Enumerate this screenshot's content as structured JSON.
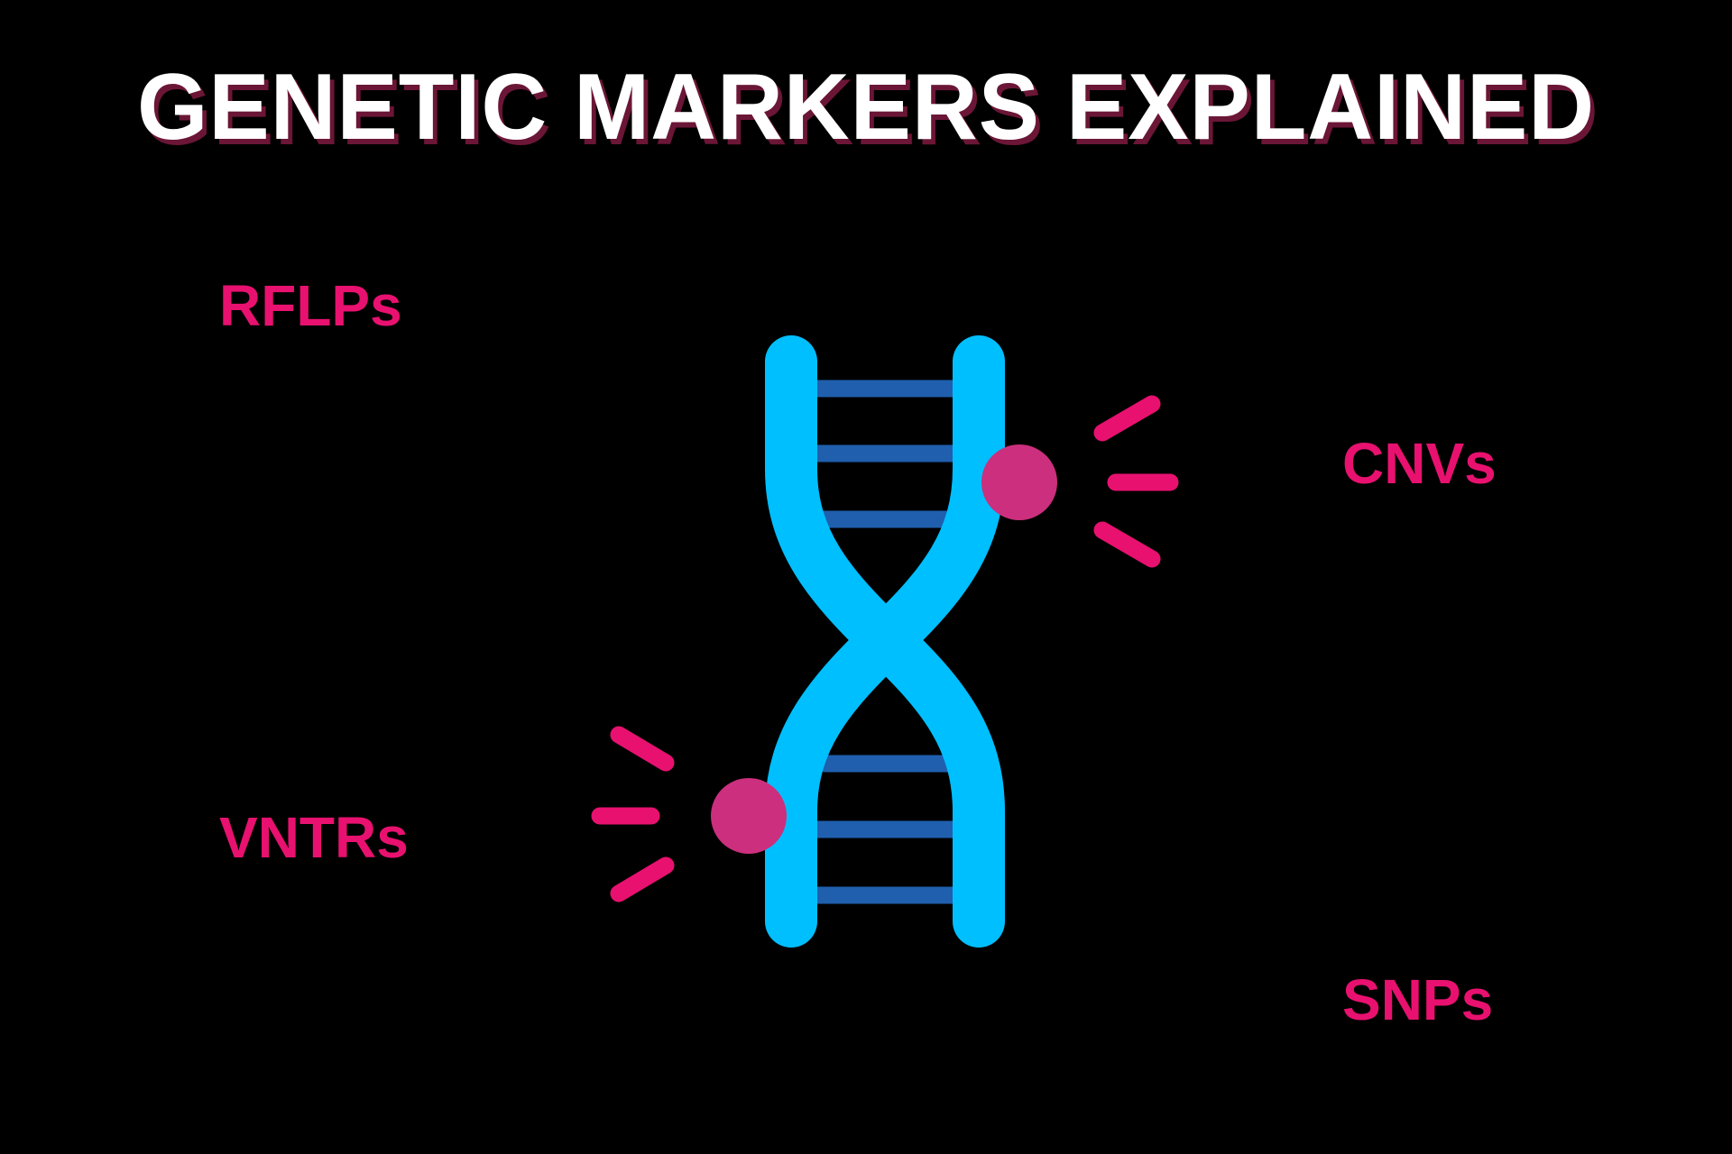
{
  "title": "GENETIC MARKERS EXPLAINED",
  "labels": {
    "rflps": "RFLPs",
    "cnvs": "CNVs",
    "vntrs": "VNTRs",
    "snps": "SNPs"
  },
  "icons": {
    "center": "dna-double-helix-icon",
    "marker_upper": "highlight-dot-icon",
    "marker_lower": "highlight-dot-icon"
  },
  "colors": {
    "background": "#000000",
    "title_text": "#ffffff",
    "title_shadow": "#6b1636",
    "label_text": "#e8116f",
    "helix_strand": "#00bfff",
    "helix_rung": "#1f5fae",
    "marker_dot": "#cc2f7d",
    "marker_rays": "#e8116f"
  }
}
